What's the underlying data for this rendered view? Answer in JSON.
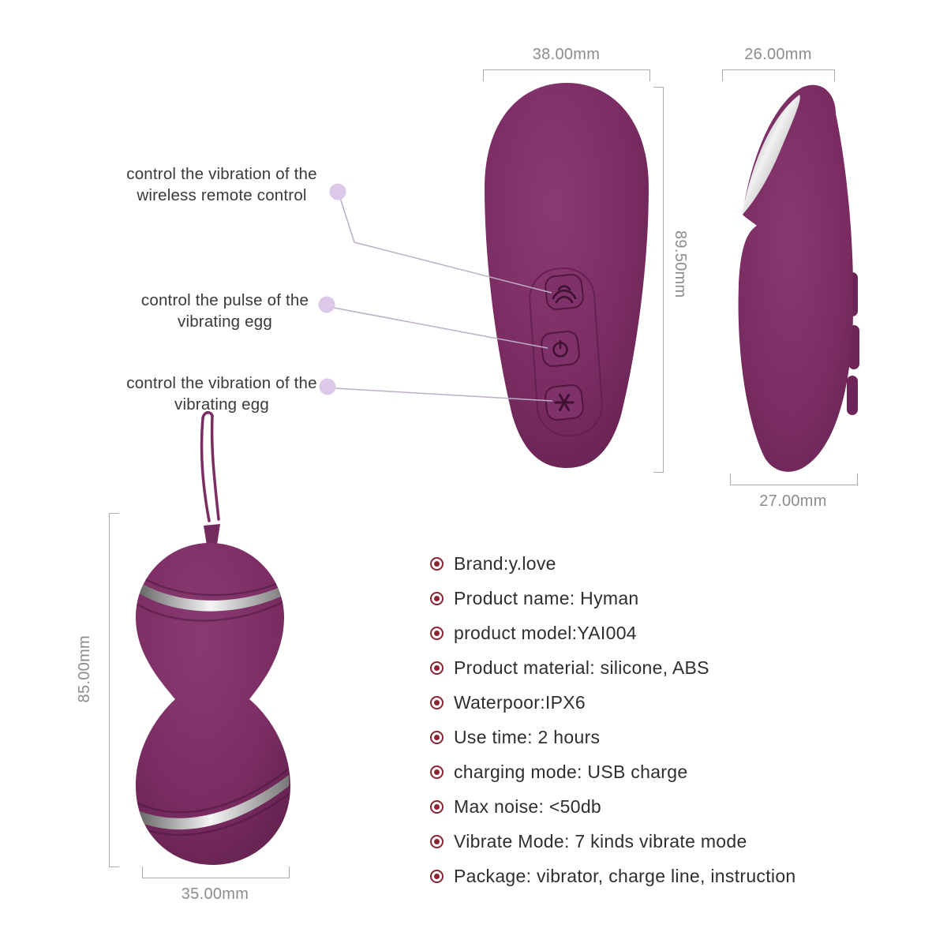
{
  "callouts": [
    {
      "label": "control the vibration of the wireless remote control"
    },
    {
      "label": "control the pulse of the vibrating egg"
    },
    {
      "label": "control the vibration of the vibrating egg"
    }
  ],
  "dimensions": {
    "remote_front_width": "38.00mm",
    "remote_front_height": "89.50mm",
    "remote_side_top_width": "26.00mm",
    "remote_side_bottom_width": "27.00mm",
    "egg_height": "85.00mm",
    "egg_width": "35.00mm"
  },
  "specs": [
    {
      "label": "Brand:y.love"
    },
    {
      "label": "Product name: Hyman"
    },
    {
      "label": "product model:YAI004"
    },
    {
      "label": "Product material: silicone, ABS"
    },
    {
      "label": "Waterpoor:IPX6"
    },
    {
      "label": "Use time: 2 hours"
    },
    {
      "label": "charging mode: USB charge"
    },
    {
      "label": "Max noise: <50db"
    },
    {
      "label": "Vibrate Mode: 7 kinds vibrate mode"
    },
    {
      "label": "Package: vibrator, charge line, instruction"
    }
  ],
  "colors": {
    "product_purple": "#7b2d63",
    "product_purple_dark": "#5c1e48",
    "spec_bullet": "#8b2433",
    "dimension_gray": "#8f8a90",
    "callout_dot": "#dcc9ea",
    "callout_line": "#bdaec6"
  }
}
